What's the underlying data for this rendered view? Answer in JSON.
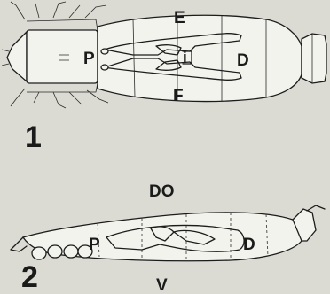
{
  "figure_1": {
    "number": "1",
    "labels": {
      "E": "E",
      "F": "F",
      "P": "P",
      "D": "D",
      "i": "i"
    }
  },
  "figure_2": {
    "number": "2",
    "labels": {
      "DO": "DO",
      "V": "V",
      "P": "P",
      "D": "D"
    }
  }
}
